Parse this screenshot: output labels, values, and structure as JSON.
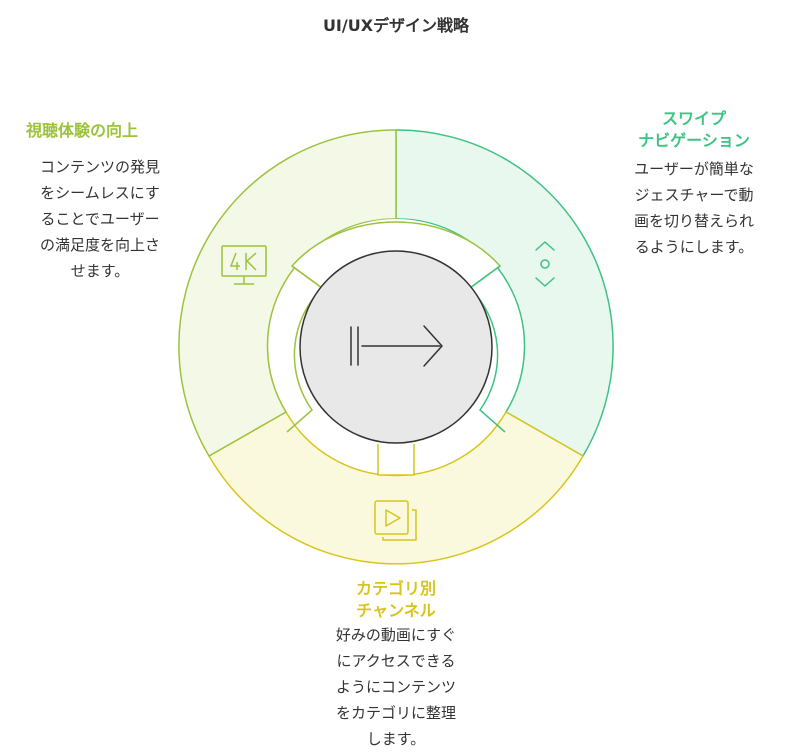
{
  "title": "UI/UXデザイン戦略",
  "colors": {
    "green": "#3ec383",
    "olive": "#9cc23e",
    "yellow": "#d8c51b",
    "center": "#e8e8e8"
  },
  "segments": {
    "top_left": {
      "label_lines": [
        "視聴体験の向上"
      ],
      "desc_lines": [
        "コンテンツの発見",
        "をシームレスにす",
        "ることでユーザー",
        "の満足度を向上さ",
        "せます。"
      ],
      "icon": "4k-display-icon"
    },
    "right": {
      "label_lines": [
        "スワイプ",
        "ナビゲーション"
      ],
      "desc_lines": [
        "ユーザーが簡単な",
        "ジェスチャーで動",
        "画を切り替えられ",
        "るようにします。"
      ],
      "icon": "swipe-vertical-icon"
    },
    "bottom": {
      "label_lines": [
        "カテゴリ別",
        "チャンネル"
      ],
      "desc_lines": [
        "好みの動画にすぐ",
        "にアクセスできる",
        "ようにコンテンツ",
        "をカテゴリに整理",
        "します。"
      ],
      "icon": "video-playlist-icon"
    }
  },
  "center_icon": "arrow-right-to-bar-icon"
}
